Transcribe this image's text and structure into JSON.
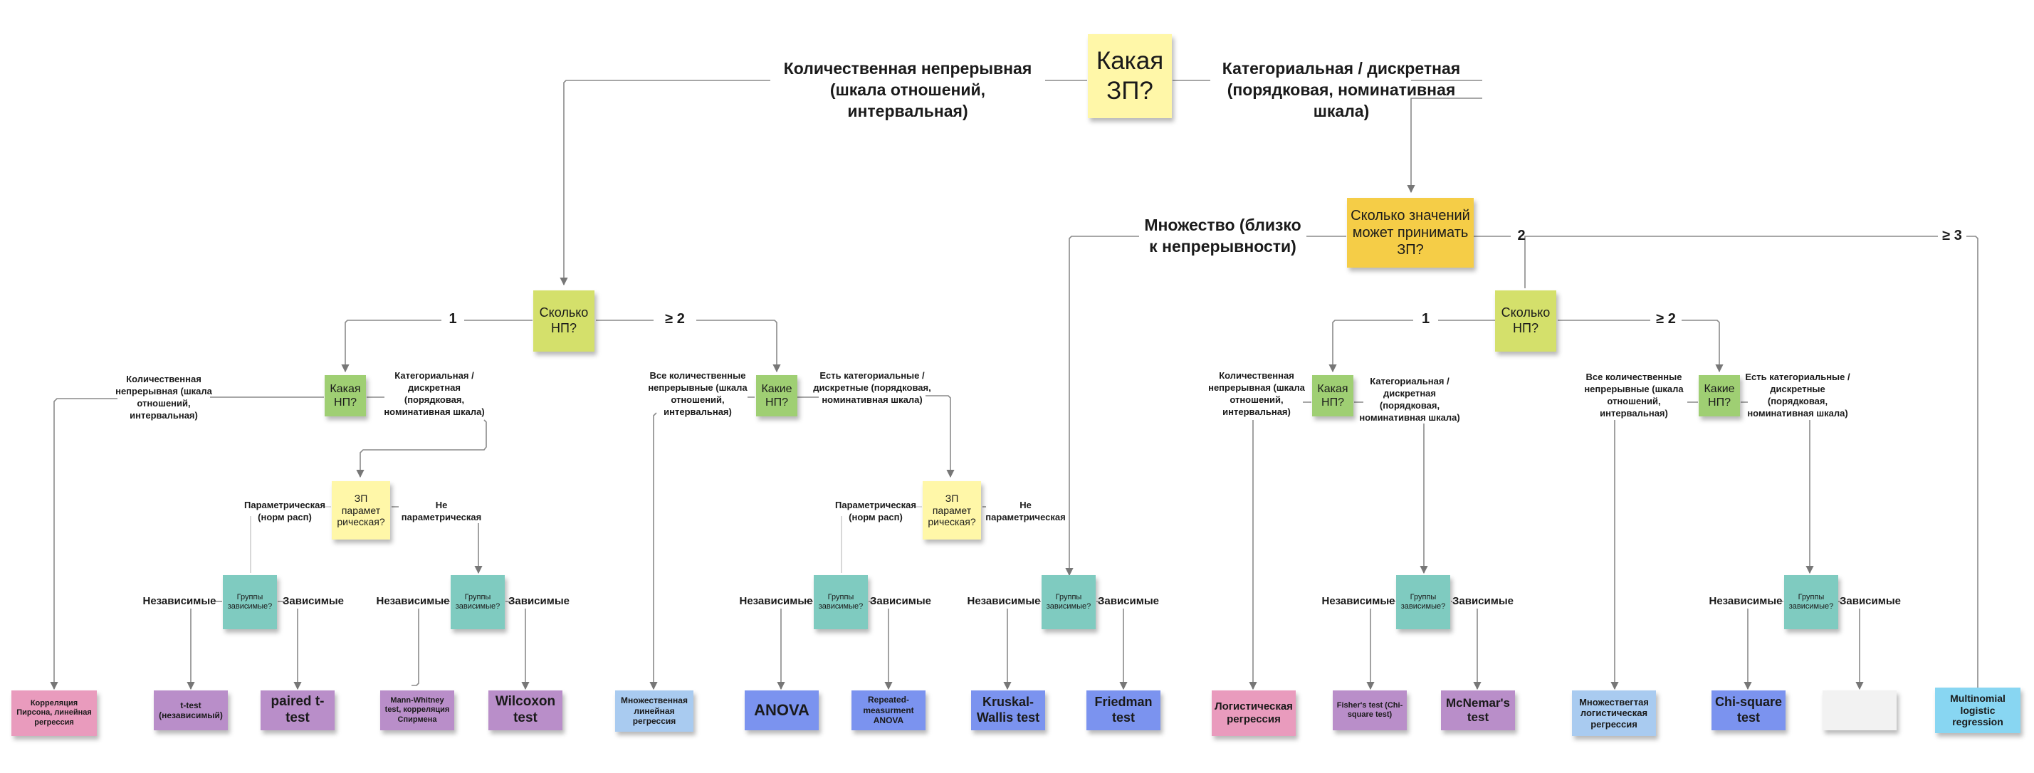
{
  "colors": {
    "yellow": "#fff7a8",
    "gold": "#f5cd47",
    "lime": "#d4e06b",
    "green": "#9fcf73",
    "teal": "#7fcbc0",
    "pink": "#e99bbd",
    "purple": "#b98ec9",
    "lightblue": "#a9cbf0",
    "blue": "#7b93ef",
    "cyan": "#88d6f2",
    "white": "#f2f2f2",
    "line": "#8a8a8a"
  },
  "nodes": {
    "root": "Какая ЗП?",
    "how_many_values": "Сколько значений может принимать ЗП?",
    "how_many_iv_left": "Сколько НП?",
    "how_many_iv_right": "Сколько НП?",
    "which_iv_l1": "Какая НП?",
    "which_iv_l2": "Какие НП?",
    "which_iv_r1": "Какая НП?",
    "which_iv_r2": "Какие НП?",
    "dv_param_l1": "ЗП парамет рическая?",
    "dv_param_l2": "ЗП парамет рическая?",
    "groups_a": "Группы зависимые?",
    "groups_b": "Группы зависимые?",
    "groups_c": "Группы зависимые?",
    "groups_d": "Группы зависимые?",
    "groups_e": "Группы зависимые?",
    "groups_f": "Группы зависимые?"
  },
  "results": {
    "pearson": "Корреляция Пирсона, линейная регрессия",
    "ttest": "t-test (независимый)",
    "paired": "paired t-test",
    "mannwhitney": "Mann-Whitney test, корреляция Спирмена",
    "wilcoxon": "Wilcoxon test",
    "multreg": "Множественная линейная регрессия",
    "anova": "ANOVA",
    "rmanova": "Repeated-measurment ANOVA",
    "kruskal": "Kruskal-Wallis test",
    "friedman": "Friedman test",
    "logreg": "Логистическая регрессия",
    "fisher": "Fisher's test (Chi-square test)",
    "mcnemar": "McNemar's test",
    "multlogreg": "Множествегтая логистическая регрессия",
    "chisq": "Chi-square test",
    "empty": "",
    "multinomial": "Multinomial logistic regression"
  },
  "edges": {
    "quant_cont": "Количественная непрерывная (шкала отношений, интервальная)",
    "cat_disc": "Категориальная / дискретная (порядковая, номинативная шкала)",
    "many": "Множество (близко к непрерывности)",
    "two": "2",
    "three_plus": "≥ 3",
    "one_l": "1",
    "ge2_l": "≥ 2",
    "one_r": "1",
    "ge2_r": "≥ 2",
    "q_iv_l1": "Количественная непрерывная (шкала отношений, интервальная)",
    "c_iv_l1": "Категориальная / дискретная (порядковая, номинативная шкала)",
    "q_iv_l2": "Все количественные непрерывные (шкала отношений, интервальная)",
    "c_iv_l2": "Есть категориальные / дискретные (порядковая, номинативная шкала)",
    "q_iv_r1": "Количественная непрерывная (шкала отношений, интервальная)",
    "c_iv_r1": "Категориальная / дискретная (порядковая, номинативная шкала)",
    "q_iv_r2": "Все количественные непрерывные (шкала отношений, интервальная)",
    "c_iv_r2": "Есть категориальные / дискретные (порядковая, номинативная шкала)",
    "param_l1": "Параметрическая (норм расп)",
    "nonparam_l1": "Не параметрическая",
    "param_l2": "Параметрическая (норм расп)",
    "nonparam_l2": "Не параметрическая",
    "ind_a": "Независимые",
    "dep_a": "Зависимые",
    "ind_b": "Независимые",
    "dep_b": "Зависимые",
    "ind_c": "Независимые",
    "dep_c": "Зависимые",
    "ind_d": "Независимые",
    "dep_d": "Зависимые",
    "ind_e": "Независимые",
    "dep_e": "Зависимые",
    "ind_f": "Независимые",
    "dep_f": "Зависимые"
  }
}
